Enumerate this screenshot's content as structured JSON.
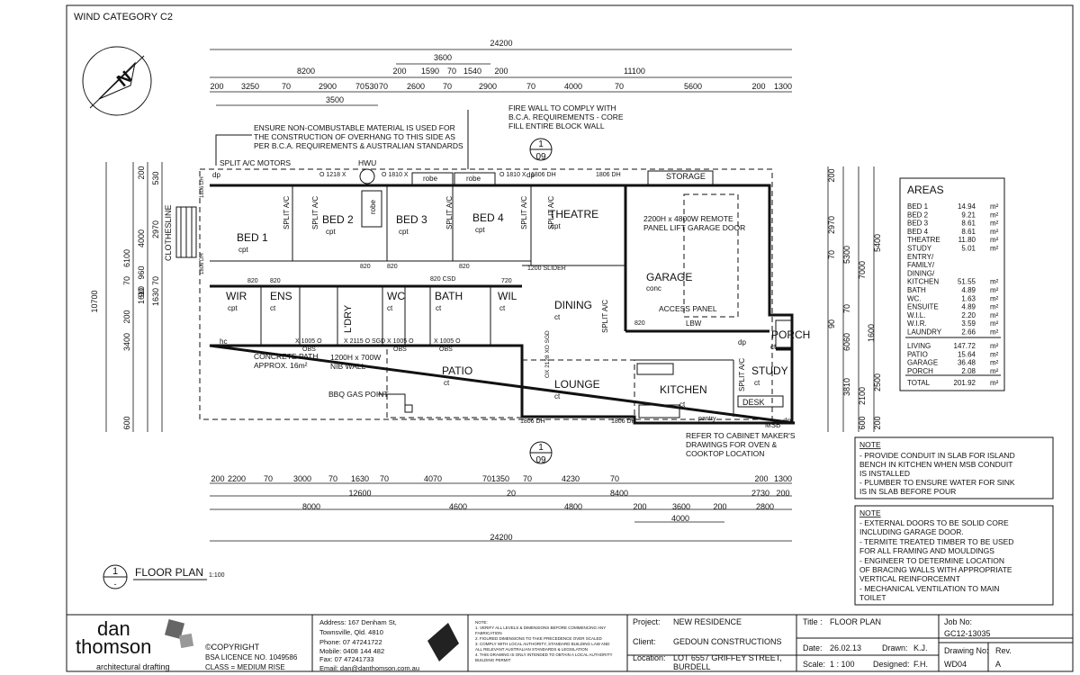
{
  "header": {
    "wind_category": "WIND CATEGORY C2"
  },
  "dims_top": {
    "overall": "24200",
    "r1": "3600",
    "r2": [
      "8200",
      "200",
      "1590",
      "70",
      "1540",
      "200",
      "11100"
    ],
    "r3": [
      "200",
      "3250",
      "70",
      "2900",
      "70",
      "530",
      "70",
      "2600",
      "70",
      "2900",
      "70",
      "4000",
      "70",
      "5600",
      "200",
      "1300"
    ],
    "r4": "3500"
  },
  "dims_left": {
    "outer": "10700",
    "a": [
      "200",
      "530",
      "2970",
      "960",
      "1610",
      "1630",
      "200",
      "3400",
      "600"
    ],
    "b": [
      "6100",
      "4000",
      "70",
      "90",
      "70"
    ]
  },
  "dims_right": {
    "a": [
      "200",
      "2970",
      "70",
      "70",
      "90",
      "3810",
      "2100",
      "600"
    ],
    "b": [
      "5400",
      "5300",
      "7000",
      "6060",
      "1600",
      "2500",
      "200"
    ]
  },
  "dims_bottom": {
    "r1": [
      "200",
      "2200",
      "70",
      "3000",
      "70",
      "1630",
      "70",
      "4070",
      "701350",
      "70",
      "4230",
      "70",
      "200",
      "1300"
    ],
    "r2": [
      "12600",
      "20",
      "8400",
      "2730",
      "200"
    ],
    "r3": [
      "8000",
      "4600",
      "4800",
      "200",
      "3600",
      "200",
      "2800"
    ],
    "r4": "4000",
    "overall": "24200"
  },
  "rooms": {
    "bed1": "BED 1",
    "bed2": "BED 2",
    "bed3": "BED 3",
    "bed4": "BED 4",
    "theatre": "THEATRE",
    "garage": "GARAGE",
    "dining": "DINING",
    "lounge": "LOUNGE",
    "kitchen": "KITCHEN",
    "patio": "PATIO",
    "study": "STUDY",
    "porch": "PORCH",
    "wir": "WIR",
    "ens": "ENS",
    "ldry": "L'DRY",
    "wc": "WC",
    "bath": "BATH",
    "wil": "WIL",
    "storage": "STORAGE",
    "desk": "DESK",
    "robe": "robe",
    "lbw": "LBW",
    "clothesline": "CLOTHESLINE",
    "cpt": "cpt",
    "ct": "ct",
    "conc": "conc",
    "pantry": "pantry"
  },
  "notes_plan": {
    "overhang": [
      "ENSURE NON-COMBUSTABLE MATERIAL IS USED FOR",
      "THE CONSTRUCTION OF OVERHANG TO THIS SIDE AS",
      "PER B.C.A. REQUIREMENTS & AUSTRALIAN STANDARDS"
    ],
    "firewall": [
      "FIRE WALL TO COMPLY WITH",
      "B.C.A. REQUIREMENTS - CORE",
      "FILL ENTIRE BLOCK WALL"
    ],
    "garage_door": [
      "2200H x 4800W REMOTE",
      "PANEL LIFT GARAGE DOOR"
    ],
    "access_panel": "ACCESS PANEL",
    "split_motors": "SPLIT A/C MOTORS",
    "split_ac": "SPLIT A/C",
    "hwu": "HWU",
    "concrete": [
      "CONCRETE PATH",
      "APPROX. 16m²"
    ],
    "nib": [
      "1200H x 700W",
      "NIB WALL"
    ],
    "bbq": "BBQ GAS POINT",
    "cabinet": [
      "REFER TO CABINET MAKER'S",
      "DRAWINGS FOR OVEN &",
      "COOKTOP LOCATION"
    ],
    "slider": "1200 SLIDER",
    "csd": "820 CSD",
    "sgd": "OX 2128 XO SGD",
    "msb": "MSB",
    "dp": "dp",
    "hc": "hc",
    "tags": [
      "1806 DH",
      "1806 DH",
      "1806 DH",
      "1806 DH",
      "1806 DH",
      "1806 DH",
      "O 1218 X",
      "O 1810 X",
      "O 1810 X",
      "X 1005 O",
      "X 2115 O SGD",
      "X 1005 O",
      "X 1005 O",
      "OBS",
      "OBS",
      "OBS",
      "820",
      "820",
      "820",
      "820",
      "720",
      "820",
      "820"
    ],
    "section_mark": {
      "num": "1",
      "sheet": "09"
    }
  },
  "areas": {
    "title": "AREAS",
    "rows": [
      [
        "BED 1",
        "14.94",
        "m²"
      ],
      [
        "BED 2",
        "9.21",
        "m²"
      ],
      [
        "BED 3",
        "8.61",
        "m²"
      ],
      [
        "BED 4",
        "8.61",
        "m²"
      ],
      [
        "THEATRE",
        "11.80",
        "m²"
      ],
      [
        "STUDY",
        "5.01",
        "m²"
      ],
      [
        "ENTRY/",
        "",
        ""
      ],
      [
        "FAMILY/",
        "",
        ""
      ],
      [
        "DINING/",
        "",
        ""
      ],
      [
        "KITCHEN",
        "51.55",
        "m²"
      ],
      [
        "BATH",
        "4.89",
        "m²"
      ],
      [
        "WC.",
        "1.63",
        "m²"
      ],
      [
        "ENSUITE",
        "4.89",
        "m²"
      ],
      [
        "W.I.L.",
        "2.20",
        "m²"
      ],
      [
        "W.I.R.",
        "3.59",
        "m²"
      ],
      [
        "LAUNDRY",
        "2.66",
        "m²"
      ]
    ],
    "rows2": [
      [
        "LIVING",
        "147.72",
        "m²"
      ],
      [
        "PATIO",
        "15.64",
        "m²"
      ],
      [
        "GARAGE",
        "36.48",
        "m²"
      ],
      [
        "PORCH",
        "2.08",
        "m²"
      ]
    ],
    "total": [
      "TOTAL",
      "201.92",
      "m²"
    ]
  },
  "note1": {
    "title": "NOTE",
    "lines": [
      "- PROVIDE CONDUIT IN SLAB FOR ISLAND",
      "BENCH IN KITCHEN WHEN MSB CONDUIT",
      "IS INSTALLED",
      "- PLUMBER TO ENSURE WATER FOR SINK",
      "IS IN SLAB BEFORE POUR"
    ]
  },
  "note2": {
    "title": "NOTE",
    "lines": [
      "- EXTERNAL DOORS TO BE SOLID CORE",
      "INCLUDING GARAGE DOOR.",
      "- TERMITE TREATED TIMBER TO BE USED",
      "FOR ALL FRAMING AND MOULDINGS",
      "- ENGINEER TO DETERMINE LOCATION",
      "OF BRACING WALLS WITH APPROPRIATE",
      "VERTICAL REINFORCEMNT",
      "- MECHANICAL VENTILATION TO MAIN",
      "TOILET"
    ]
  },
  "plan_title": {
    "num": "1",
    "sub": "-",
    "label": "FLOOR PLAN",
    "scale": "1:100"
  },
  "titleblock": {
    "logo1": "dan",
    "logo2": "thomson",
    "logo3": "architectural drafting",
    "copyright": "©COPYRIGHT",
    "licence": "BSA LICENCE NO. 1049586",
    "class": "CLASS = MEDIUM RISE",
    "contact": [
      "Address: 167 Denham St,",
      "Townsville, Qld. 4810",
      "Phone:   07 47241722",
      "Mobile: 0408 144 482",
      "Fax:      07 47241733",
      "Email: dan@danthomson.com.au"
    ],
    "fine": [
      "NOTE:",
      "1. VERIFY ALL LEVELS & DIMENSIONS BEFORE COMMENCING ANY",
      "FABRICATION",
      "2. FIGURED DIMENSIONS TO TAKE PRECEDENCE OVER SCALED",
      "3. COMPLY WITH LOCAL AUTHORITY, STANDARD BUILDING LAW AND",
      "ALL RELEVANT AUSTRALIAN STANDARDS & LEGISLATION",
      "4. THIS DRAWING IS ONLY INTENDED TO OBTAIN A LOCAL AUTHORITY",
      "BUILDING PERMIT"
    ],
    "project_lbl": "Project:",
    "project": "NEW RESIDENCE",
    "client_lbl": "Client:",
    "client": "GEDOUN CONSTRUCTIONS",
    "location_lbl": "Location:",
    "location1": "LOT 6557 GRIFFEY STREET,",
    "location2": "BURDELL",
    "title_lbl": "Title :",
    "title": "FLOOR PLAN",
    "date_lbl": "Date:",
    "date": "26.02.13",
    "drawn_lbl": "Drawn:",
    "drawn": "K.J.",
    "scale_lbl": "Scale:",
    "scale": "1 : 100",
    "designed_lbl": "Designed:",
    "designed": "F.H.",
    "job_lbl": "Job No:",
    "job": "GC12-13035",
    "dwg_lbl": "Drawing No:",
    "dwg": "WD04",
    "rev_lbl": "Rev.",
    "rev": "A"
  },
  "north": "N"
}
